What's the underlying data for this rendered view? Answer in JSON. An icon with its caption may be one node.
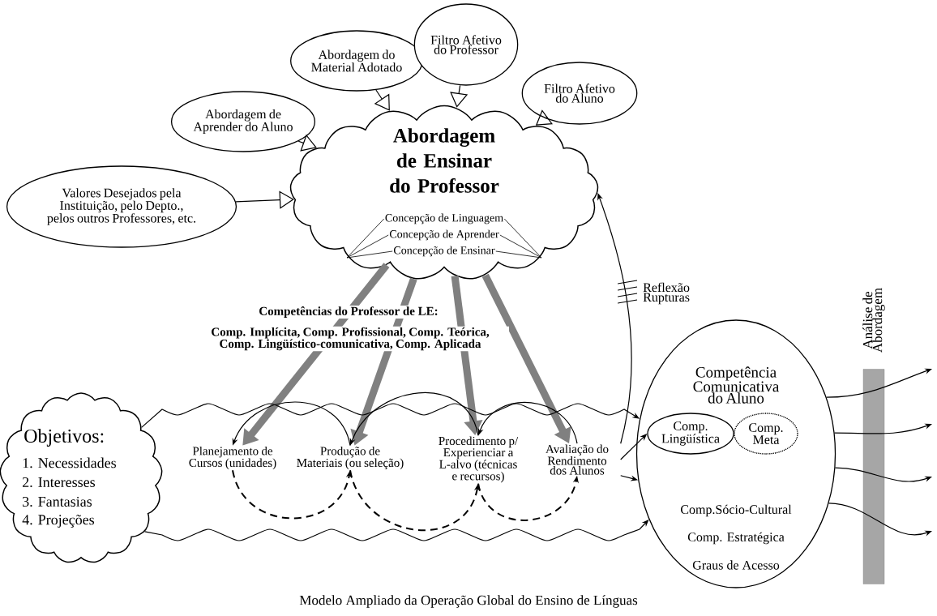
{
  "diagram": {
    "caption": "Modelo Ampliado da Operação Global do Ensino de Línguas",
    "nodes": [
      {
        "text": [
          "Abordagem de Ensinar do Professor",
          "Concepção de Linguagem",
          "Concepção de Aprender",
          "Concepção de Ensinar"
        ]
      },
      {
        "text": [
          "Valores Desejados pela Instituição, pelo Depto., pelos outros Professores, etc."
        ]
      },
      {
        "text": [
          "Abordagem de Aprender do Aluno"
        ]
      },
      {
        "text": [
          "Abordagem do Material Adotado"
        ]
      },
      {
        "text": [
          "Filtro Afetivo do Professor"
        ]
      },
      {
        "text": [
          "Filtro Afetivo do Aluno"
        ]
      },
      {
        "text": [
          "Objetivos:",
          "1. Necessidades",
          "2. Interesses",
          "3. Fantasias",
          "4. Projeções"
        ]
      },
      {
        "text": [
          "Planejamento de Cursos (unidades)"
        ]
      },
      {
        "text": [
          "Produção de Materiais (ou seleção)"
        ]
      },
      {
        "text": [
          "Procedimento p/ Experienciar a L-alvo (técnicas e recursos)"
        ]
      },
      {
        "text": [
          "Avaliação do Rendimento dos Alunos"
        ]
      },
      {
        "text": [
          "Competência Comunicativa do Aluno",
          "Comp.Sócio-Cultural",
          "Comp. Estratégica",
          "Graus de Acesso"
        ]
      },
      {
        "text": [
          "Comp. Lingüística"
        ],
        "in": 11
      },
      {
        "text": [
          "Comp. Meta"
        ],
        "in": 11
      },
      {
        "text": [],
        "shape": "bar",
        "beside": [
          "Análise de Abordagem"
        ]
      }
    ],
    "edges": [
      {
        "from": 1,
        "to": 0,
        "arrow": "to"
      },
      {
        "from": 2,
        "to": 0,
        "arrow": "to"
      },
      {
        "from": 3,
        "to": 0,
        "arrow": "to"
      },
      {
        "from": 4,
        "to": 0,
        "arrow": "to"
      },
      {
        "from": 5,
        "to": 0,
        "arrow": "to"
      },
      {
        "from": 0,
        "to": 7,
        "arrow": "to",
        "style": "thick",
        "color": "#808080"
      },
      {
        "from": 0,
        "to": 8,
        "arrow": "to",
        "style": "thick",
        "color": "#808080"
      },
      {
        "from": 0,
        "to": 9,
        "arrow": "to",
        "style": "thick",
        "color": "#808080"
      },
      {
        "from": 0,
        "to": 10,
        "arrow": "to",
        "style": "thick",
        "color": "#808080"
      },
      {
        "from": 8,
        "to": 7,
        "arrow": "to"
      },
      {
        "from": 9,
        "to": 8,
        "arrow": "to"
      },
      {
        "from": 10,
        "to": 9,
        "arrow": "to"
      },
      {
        "from": 7,
        "to": 8,
        "arrow": "to",
        "style": "dashed"
      },
      {
        "from": 8,
        "to": 9,
        "arrow": "to",
        "style": "dashed"
      },
      {
        "from": 9,
        "to": 10,
        "arrow": "to",
        "style": "dashed"
      },
      {
        "from": 10,
        "to": 0,
        "arrow": "to",
        "label": "Reflexão Rupturas"
      },
      {
        "from": 6,
        "to": 11,
        "arrow": "to"
      },
      {
        "from": 6,
        "to": 11,
        "arrow": "to"
      },
      {
        "from": 10,
        "to": 12,
        "arrow": "to"
      },
      {
        "from": 10,
        "to": 11,
        "arrow": "to"
      },
      {
        "from": 11,
        "to": null,
        "arrow": "to"
      },
      {
        "from": 11,
        "to": null,
        "arrow": "to"
      },
      {
        "from": 11,
        "to": null,
        "arrow": "to"
      },
      {
        "from": 11,
        "to": null,
        "arrow": "to"
      }
    ],
    "labels": [
      "Competências do Professor de LE:",
      "Comp. Implícita, Comp. Profissional, Comp. Teórica, Comp. Lingüístico-comunicativa, Comp. Aplicada"
    ]
  }
}
